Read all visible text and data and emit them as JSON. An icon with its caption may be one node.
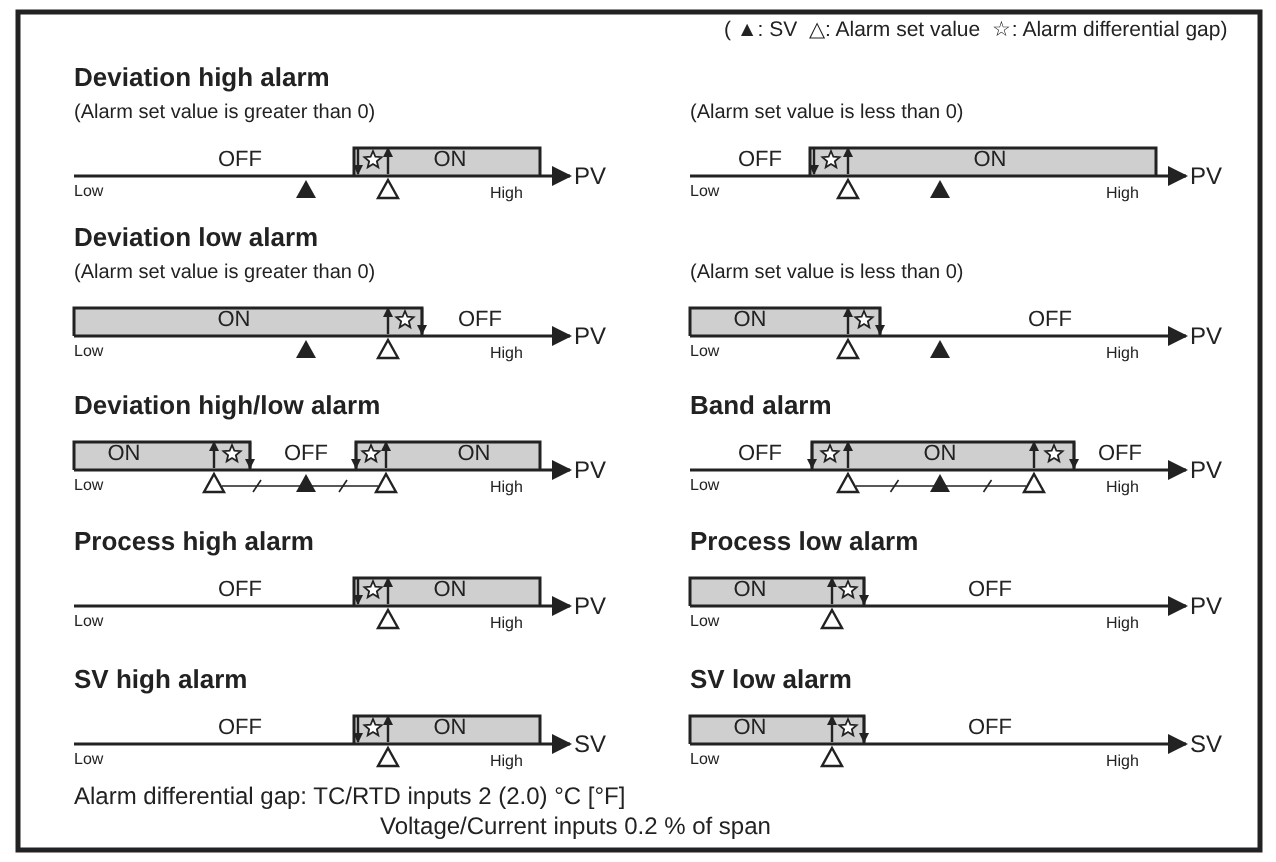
{
  "diagram": {
    "labels": [
      "( ▲: SV  △: Alarm set value  ☆: Alarm differential gap)",
      "Deviation high alarm",
      "(Alarm set value is greater than 0)",
      "OFF",
      "ON",
      "Low",
      "High",
      "PV",
      "(Alarm set value is less than 0)",
      "OFF",
      "ON",
      "Low",
      "High",
      "PV",
      "Deviation low alarm",
      "(Alarm set value is greater than 0)",
      "ON",
      "OFF",
      "Low",
      "High",
      "PV",
      "(Alarm set value is less than 0)",
      "ON",
      "OFF",
      "Low",
      "High",
      "PV",
      "Deviation high/low alarm",
      "ON",
      "OFF",
      "ON",
      "Low",
      "High",
      "PV",
      "Band alarm",
      "OFF",
      "ON",
      "OFF",
      "Low",
      "High",
      "PV",
      "Process high alarm",
      "OFF",
      "ON",
      "Low",
      "High",
      "PV",
      "Process low alarm",
      "ON",
      "OFF",
      "Low",
      "High",
      "PV",
      "SV high alarm",
      "OFF",
      "ON",
      "Low",
      "High",
      "SV",
      "SV low alarm",
      "ON",
      "OFF",
      "Low",
      "High",
      "SV",
      "Alarm differential gap: TC/RTD inputs 2 (2.0) °C [°F]",
      "Voltage/Current inputs 0.2 % of span"
    ]
  }
}
